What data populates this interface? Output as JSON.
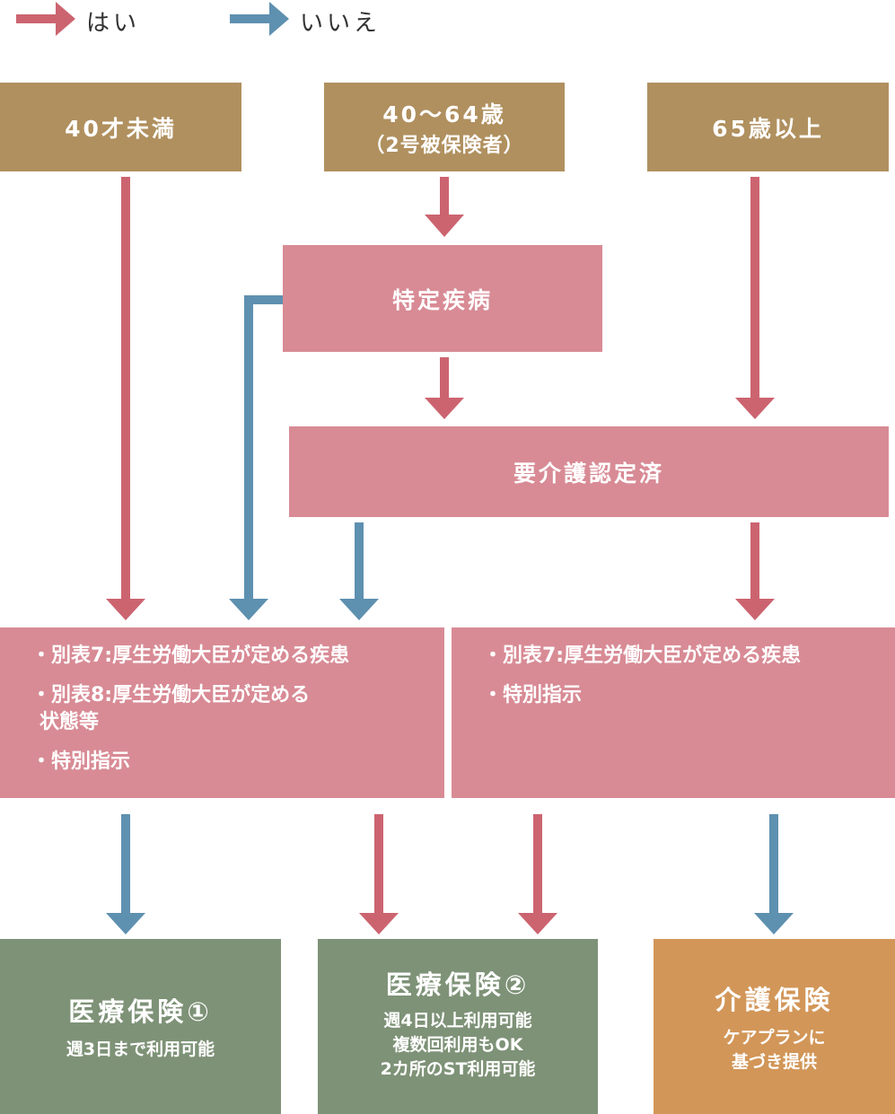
{
  "legend": {
    "yes": "はい",
    "no": "いいえ"
  },
  "colors": {
    "yes_arrow": "#cc6470",
    "no_arrow": "#5e90b0",
    "age_box": "#b0905f",
    "criteria_box": "#d88b95",
    "medical_box": "#7e9277",
    "care_box": "#d29658"
  },
  "age_groups": {
    "under40": "40才未満",
    "age40to64": {
      "line1": "40～64歳",
      "line2": "（2号被保険者）"
    },
    "over65": "65歳以上"
  },
  "specified_disease": "特定疾病",
  "care_certified": "要介護認定済",
  "left_conditions": [
    "・別表7:厚生労働大臣が定める疾患",
    "・別表8:厚生労働大臣が定める",
    "状態等",
    "・特別指示"
  ],
  "right_conditions": [
    "・別表7:厚生労働大臣が定める疾患",
    "・特別指示"
  ],
  "outcomes": {
    "medical1": {
      "title": "医療保険①",
      "lines": [
        "週3日まで利用可能"
      ]
    },
    "medical2": {
      "title": "医療保険②",
      "lines": [
        "週4日以上利用可能",
        "複数回利用もOK",
        "2カ所のST利用可能"
      ]
    },
    "care": {
      "title": "介護保険",
      "lines": [
        "ケアプランに",
        "基づき提供"
      ]
    }
  }
}
